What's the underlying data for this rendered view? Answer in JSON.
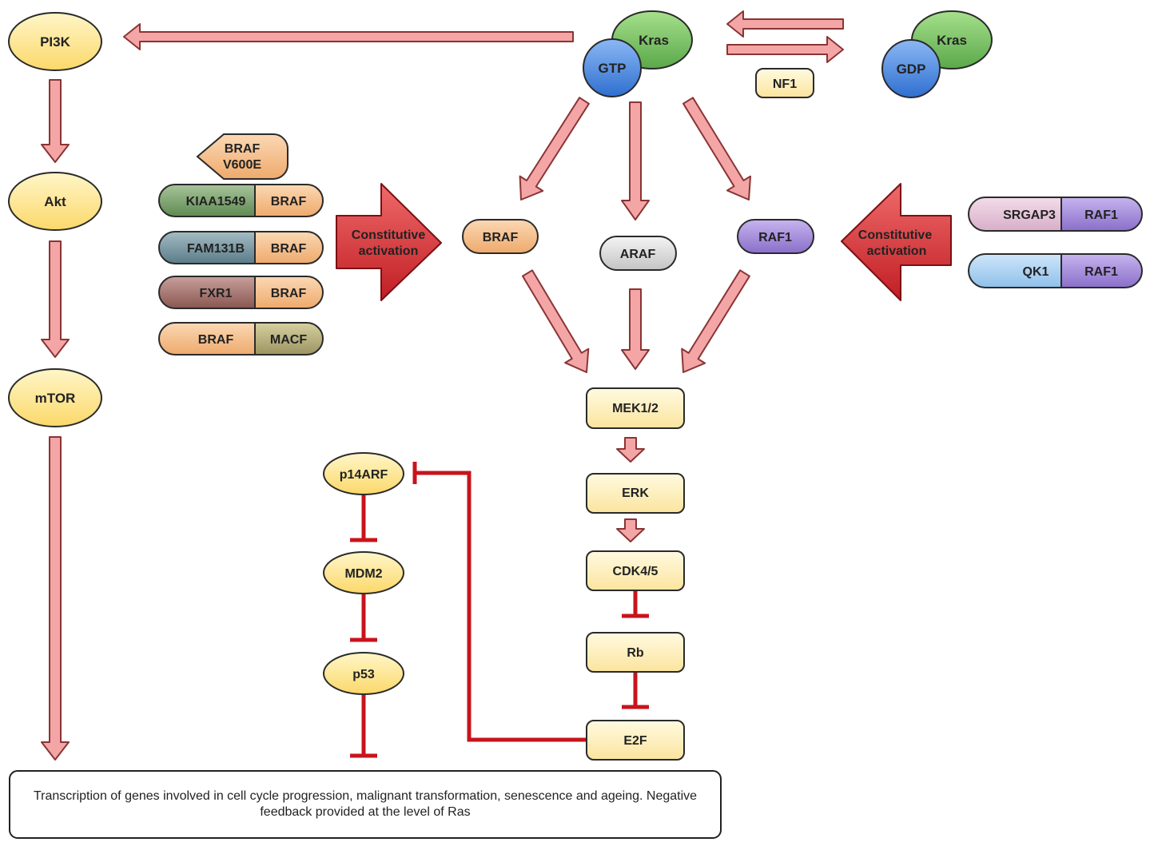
{
  "nodes": {
    "pi3k": "PI3K",
    "akt": "Akt",
    "mtor": "mTOR",
    "kras_gtp": "Kras",
    "gtp": "GTP",
    "kras_gdp": "Kras",
    "gdp": "GDP",
    "nf1": "NF1",
    "braf_v600e_line1": "BRAF",
    "braf_v600e_line2": "V600E",
    "braf": "BRAF",
    "araf": "ARAF",
    "raf1": "RAF1",
    "mek": "MEK1/2",
    "erk": "ERK",
    "cdk": "CDK4/5",
    "rb": "Rb",
    "e2f": "E2F",
    "p14arf": "p14ARF",
    "mdm2": "MDM2",
    "p53": "p53"
  },
  "fusions": {
    "left": [
      {
        "a": "KIAA1549",
        "b": "BRAF"
      },
      {
        "a": "FAM131B",
        "b": "BRAF"
      },
      {
        "a": "FXR1",
        "b": "BRAF"
      },
      {
        "a": "BRAF",
        "b": "MACF"
      }
    ],
    "right": [
      {
        "a": "SRGAP3",
        "b": "RAF1"
      },
      {
        "a": "QK1",
        "b": "RAF1"
      }
    ]
  },
  "big_arrows": {
    "left_line1": "Constitutive",
    "left_line2": "activation",
    "right_line1": "Constitutive",
    "right_line2": "activation"
  },
  "caption": "Transcription of genes involved in cell cycle progression, malignant transformation, senescence and ageing. Negative feedback provided at the level of Ras",
  "colors": {
    "arrow_fill": "#f4a6a6",
    "arrow_stroke": "#9a3a3a",
    "inhibit": "#c8141c",
    "yellow_node": "#fde99a",
    "green": "#7ec46a",
    "blue": "#4a86e0",
    "orange": "#f3c08e",
    "purple": "#a690d8",
    "gray": "#dcdcdc",
    "big_red": "#d83030"
  }
}
